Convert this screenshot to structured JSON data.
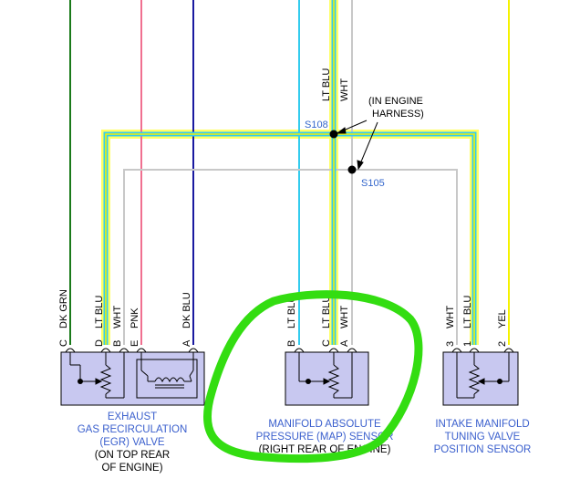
{
  "splices": {
    "s108": "S108",
    "s105": "S105",
    "note_line1": "(IN ENGINE",
    "note_line2": "HARNESS)"
  },
  "top_wires": {
    "lt_blu": "LT BLU",
    "wht": "WHT"
  },
  "egr": {
    "pins": [
      {
        "letter": "C",
        "wire": "DK GRN"
      },
      {
        "letter": "D",
        "wire": "LT BLU"
      },
      {
        "letter": "B",
        "wire": "WHT"
      },
      {
        "letter": "E",
        "wire": "PNK"
      },
      {
        "letter": "A",
        "wire": "DK BLU"
      }
    ],
    "caption": [
      "EXHAUST",
      "GAS RECIRCULATION",
      "(EGR) VALVE"
    ],
    "location": [
      "(ON TOP REAR",
      "OF ENGINE)"
    ]
  },
  "map": {
    "pins": [
      {
        "letter": "B",
        "wire": "LT BLU"
      },
      {
        "letter": "C",
        "wire": "LT BLU"
      },
      {
        "letter": "A",
        "wire": "WHT"
      }
    ],
    "caption": [
      "MANIFOLD ABSOLUTE",
      "PRESSURE (MAP) SENSOR"
    ],
    "location": [
      "(RIGHT REAR OF ENGINE)"
    ]
  },
  "imtv": {
    "pins": [
      {
        "letter": "3",
        "wire": "WHT"
      },
      {
        "letter": "1",
        "wire": "LT BLU"
      },
      {
        "letter": "2",
        "wire": "YEL"
      }
    ],
    "caption": [
      "INTAKE MANIFOLD",
      "TUNING VALVE",
      "POSITION SENSOR"
    ]
  },
  "colors": {
    "dk_grn": "#1a7a1a",
    "pnk": "#f07090",
    "dk_blu": "#1a1aa0",
    "lt_blu": "#33ccee",
    "wht": "#c8c8c8",
    "yel": "#f5f200",
    "highlight": "#ffff66",
    "component_fill": "#c8c8f0",
    "annotation": "#33dd11"
  }
}
